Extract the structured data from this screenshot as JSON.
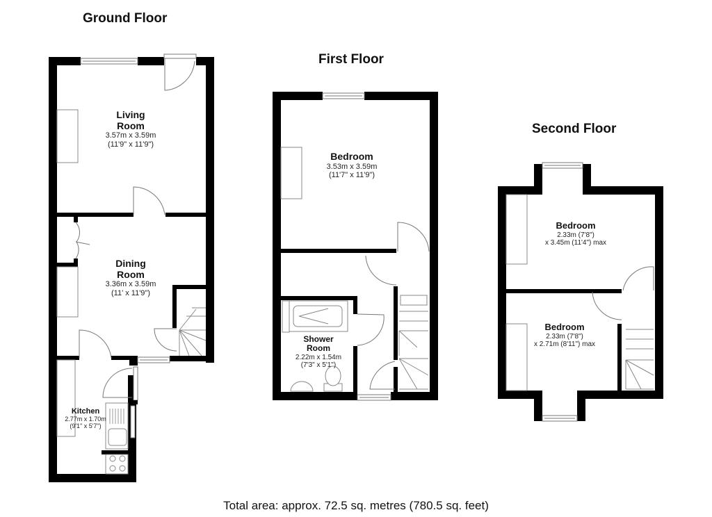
{
  "floors": {
    "ground": {
      "title": "Ground Floor",
      "rooms": [
        {
          "name": "Living Room",
          "name_line1": "Living",
          "name_line2": "Room",
          "dim_m": "3.57m x 3.59m",
          "dim_ft": "(11'9\" x 11'9\")"
        },
        {
          "name": "Dining Room",
          "name_line1": "Dining",
          "name_line2": "Room",
          "dim_m": "3.36m x 3.59m",
          "dim_ft": "(11' x 11'9\")"
        },
        {
          "name": "Kitchen",
          "dim_m": "2.77m x 1.70m",
          "dim_ft": "(9'1\" x 5'7\")"
        }
      ]
    },
    "first": {
      "title": "First Floor",
      "rooms": [
        {
          "name": "Bedroom",
          "dim_m": "3.53m x 3.59m",
          "dim_ft": "(11'7\" x 11'9\")"
        },
        {
          "name": "Shower Room",
          "name_line1": "Shower",
          "name_line2": "Room",
          "dim_m": "2.22m x 1.54m",
          "dim_ft": "(7'3\" x 5'1\")"
        }
      ]
    },
    "second": {
      "title": "Second Floor",
      "rooms": [
        {
          "name": "Bedroom",
          "dim_line1": "2.33m (7'8\")",
          "dim_line2": "x 3.45m (11'4\") max"
        },
        {
          "name": "Bedroom",
          "dim_line1": "2.33m (7'8\")",
          "dim_line2": "x 2.71m (8'11\") max"
        }
      ]
    }
  },
  "total_area": "Total area: approx. 72.5 sq. metres (780.5 sq. feet)",
  "colors": {
    "wall": "#000000",
    "fixture": "#888888",
    "background": "#ffffff"
  }
}
